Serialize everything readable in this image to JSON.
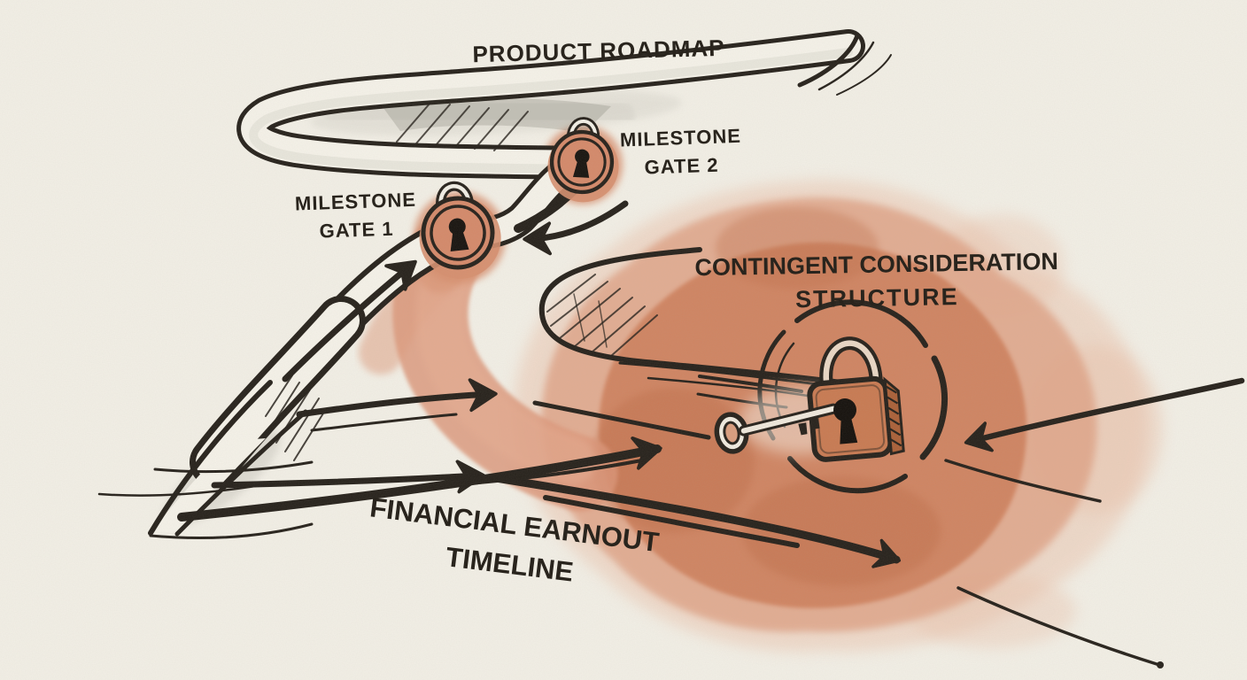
{
  "illustration": {
    "style": "hand-drawn ink and watercolor diagram",
    "colors": {
      "paper": "#f2efe6",
      "ink": "#26211b",
      "salmon": "#d68f6f",
      "salmon_deep": "#c06f4c",
      "salmon_wash": "#eac2ac",
      "road_fill": "#f5f2e9",
      "road_shadow": "#d8d5cc"
    },
    "icons": [
      "winding-road",
      "padlock-gate1-icon",
      "padlock-gate2-icon",
      "central-padlock-icon",
      "key-icon",
      "arrow-icon",
      "watercolor-blob"
    ]
  },
  "labels": {
    "product_roadmap": "PRODUCT ROADMAP",
    "milestone_gate_1": {
      "line1": "MILESTONE",
      "line2": "GATE 1"
    },
    "milestone_gate_2": {
      "line1": "MILESTONE",
      "line2": "GATE 2"
    },
    "contingent_consideration": {
      "line1": "CONTINGENT CONSIDERATION",
      "line2": "STRUCTURE"
    },
    "financial_earnout": {
      "line1": "FINANCIAL EARNOUT",
      "line2": "TIMELINE"
    }
  }
}
